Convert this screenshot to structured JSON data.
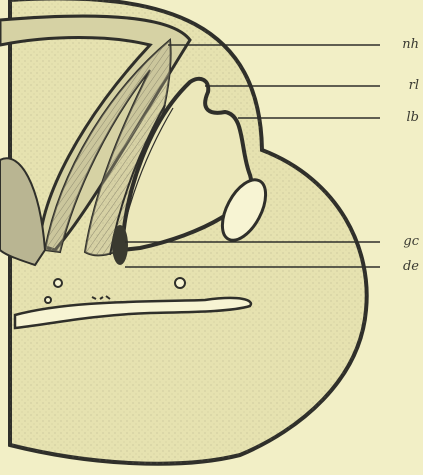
{
  "figure": {
    "colors": {
      "background": "#f2efc6",
      "tissue_fill": "#e6e2b0",
      "dark_tissue": "#c7c39a",
      "outline": "#2f2f2a"
    },
    "labels": [
      "nh",
      "rl",
      "lb",
      "gc",
      "de"
    ]
  }
}
